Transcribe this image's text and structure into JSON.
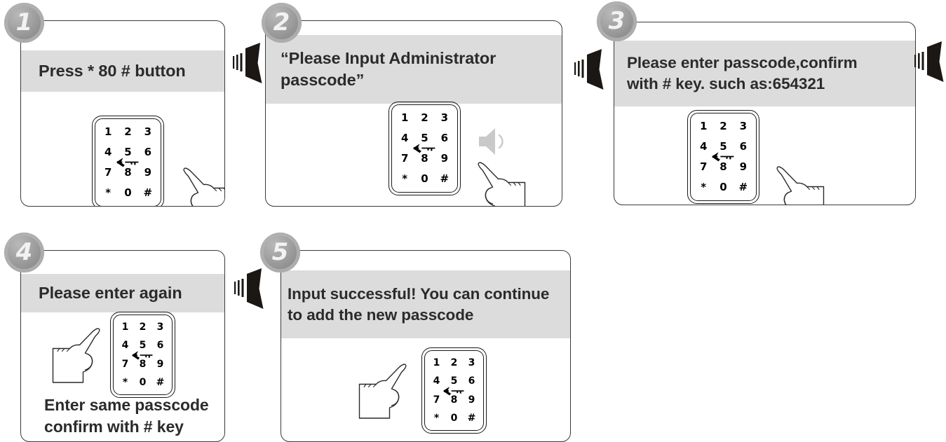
{
  "doc": {
    "title": "Keypad lock administrator passcode setup instructions",
    "colors": {
      "header_bar": "#dcdcdc",
      "badge": "#9c9c9c",
      "card_border": "#3a3a3a",
      "text": "#2b2b2b",
      "arrow": "#1b1714",
      "speaker": "#c9c9c9"
    }
  },
  "keypad": {
    "keys": [
      "1",
      "2",
      "3",
      "4",
      "5",
      "6",
      "7",
      "8",
      "9",
      "*",
      "0",
      "#"
    ],
    "center_icon": "key-icon"
  },
  "steps": [
    {
      "number": "1",
      "header": "Press * 80 # button",
      "caption": "",
      "has_speaker": false,
      "hand_side": "right"
    },
    {
      "number": "2",
      "header": "“Please Input Administrator\npasscode”",
      "caption": "",
      "has_speaker": true,
      "hand_side": "right"
    },
    {
      "number": "3",
      "header": "Please enter passcode,confirm\nwith # key. such as:654321",
      "caption": "",
      "has_speaker": false,
      "hand_side": "right"
    },
    {
      "number": "4",
      "header": "Please enter again",
      "caption": "Enter same passcode\nconfirm with # key",
      "has_speaker": false,
      "hand_side": "left"
    },
    {
      "number": "5",
      "header": "Input successful! You can continue\nto add the new passcode",
      "caption": "",
      "has_speaker": false,
      "hand_side": "left"
    }
  ],
  "arrows": [
    {
      "name": "arrow-step1-to-step2"
    },
    {
      "name": "arrow-step2-to-step3"
    },
    {
      "name": "arrow-step3-to-step4"
    },
    {
      "name": "arrow-step4-to-step5"
    }
  ]
}
